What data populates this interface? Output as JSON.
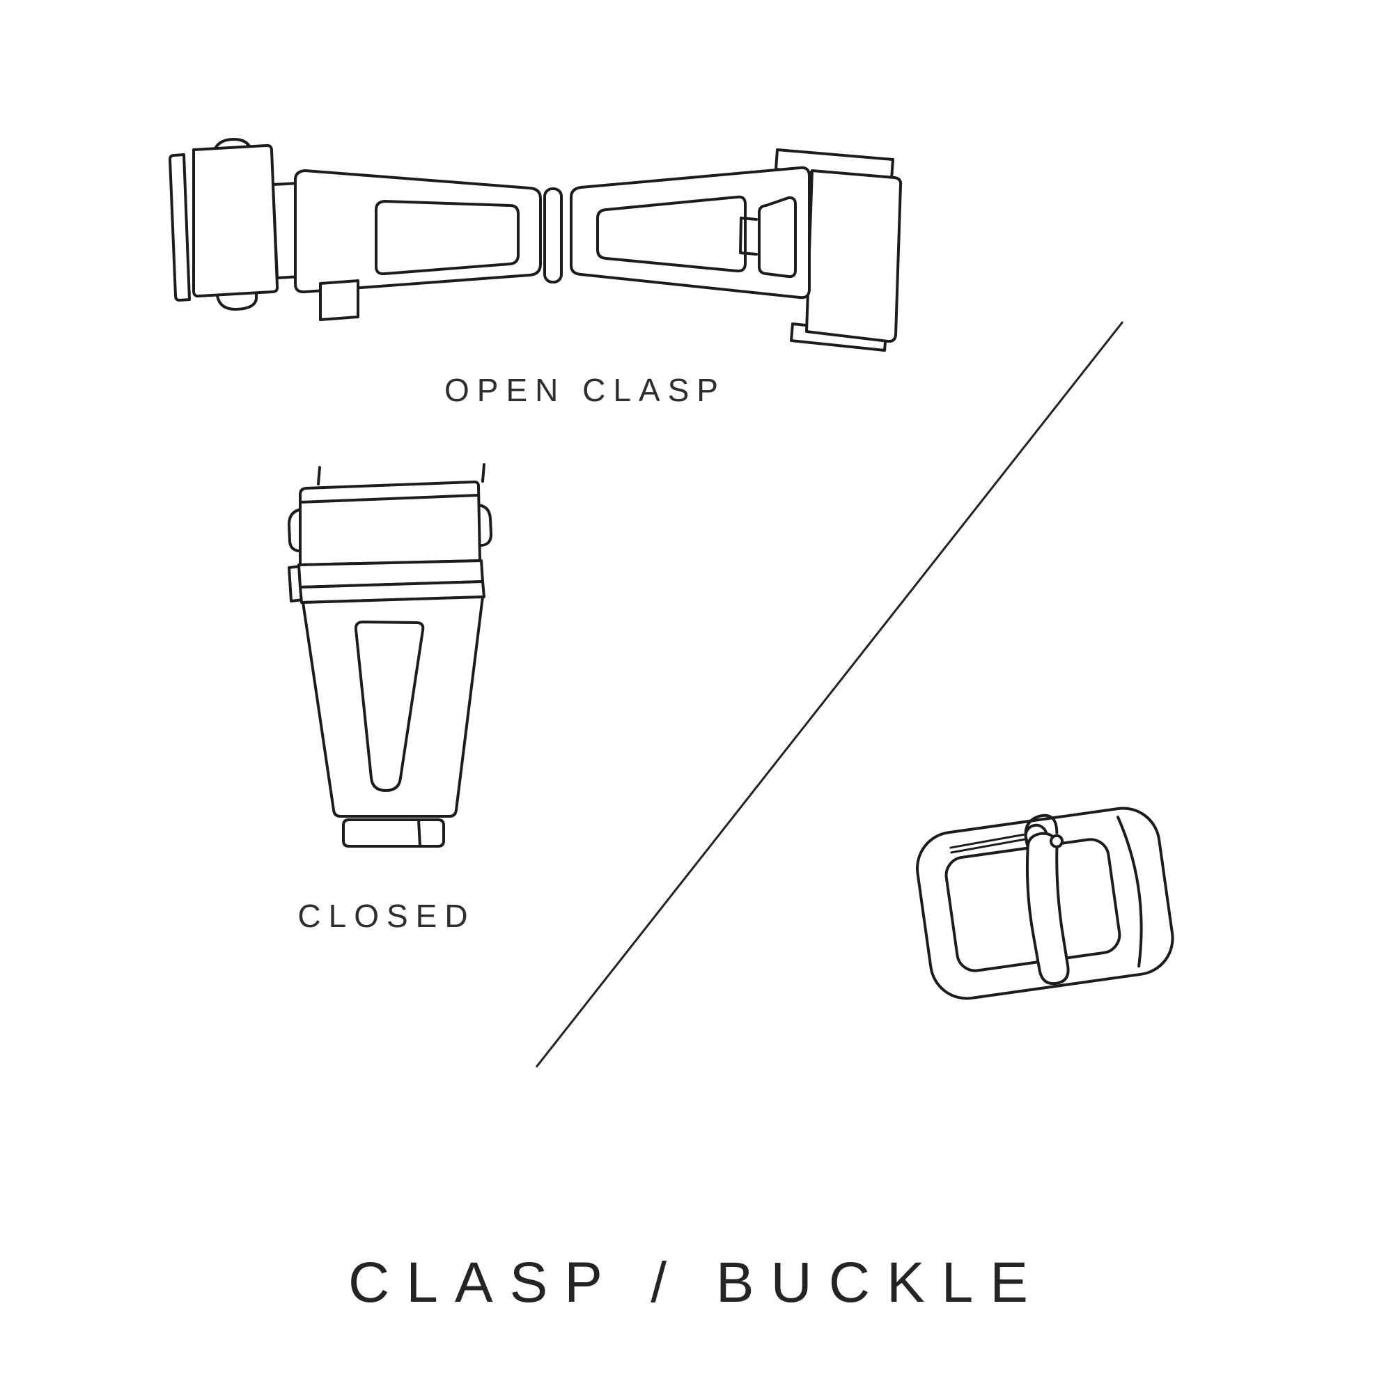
{
  "canvas": {
    "background": "#ffffff",
    "line_color": "#1c1c1c",
    "text_color": "#2b2b2b"
  },
  "title": "CLASP / BUCKLE",
  "figures": {
    "open_clasp": {
      "caption": "OPEN CLASP"
    },
    "closed_clasp": {
      "caption": "CLOSED"
    },
    "buckle": {
      "caption": ""
    }
  }
}
